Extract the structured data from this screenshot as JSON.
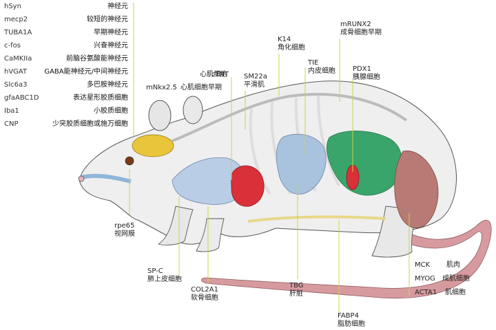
{
  "left_markers": [
    {
      "gene": "hSyn",
      "cell": "神经元"
    },
    {
      "gene": "mecp2",
      "cell": "较短的神经元"
    },
    {
      "gene": "TUBA1A",
      "cell": "早期神经元"
    },
    {
      "gene": "c-fos",
      "cell": "兴奋神经元"
    },
    {
      "gene": "CaMKIIa",
      "cell": "前脑谷氨酸能神经元"
    },
    {
      "gene": "hVGAT",
      "cell": "GABA能神经元/中间神经元"
    },
    {
      "gene": "Slc6a3",
      "cell": "多巴胺神经元"
    },
    {
      "gene": "gfaABC1D",
      "cell": "表达星形胶质细胞"
    },
    {
      "gene": "Iba1",
      "cell": "小胶质细胞"
    },
    {
      "gene": "CNP",
      "cell": "少突胶质细胞或施万细胞"
    }
  ],
  "heart": {
    "gene1": "cTNT",
    "cell1": "心肌细胞",
    "gene2": "mNkx2.5",
    "cell2": "心肌细胞早期"
  },
  "sm22a": {
    "gene": "SM22a",
    "cell": "平滑肌"
  },
  "k14": {
    "gene": "K14",
    "cell": "角化细胞"
  },
  "tie": {
    "gene": "TIE",
    "cell": "内皮细胞"
  },
  "mrunx2": {
    "gene": "mRUNX2",
    "cell": "成骨细胞早期"
  },
  "pdx1": {
    "gene": "PDX1",
    "cell": "胰腺细胞"
  },
  "rpe65": {
    "gene": "rpe65",
    "cell": "视网膜"
  },
  "spc": {
    "gene": "SP-C",
    "cell": "肺上皮细胞"
  },
  "col2a1": {
    "gene": "COL2A1",
    "cell": "软骨细胞"
  },
  "tbg": {
    "gene": "TBG",
    "cell": "肝脏"
  },
  "fabp4": {
    "gene": "FABP4",
    "cell": "脂肪细胞"
  },
  "muscle": [
    {
      "gene": "MCK",
      "cell": "肌肉"
    },
    {
      "gene": "MYOG",
      "cell": "成肌细胞"
    },
    {
      "gene": "ACTA1",
      "cell": "肌细胞"
    }
  ],
  "colors": {
    "brain": "#e8c53a",
    "heart": "#d9303a",
    "lung": "#b9cde6",
    "liver": "#a9c2de",
    "intestine": "#3aa56a",
    "muscle": "#b87a74",
    "tail": "#d79b9f",
    "leader": "#c8d44a",
    "body": "#efefef",
    "outline": "#555555"
  }
}
